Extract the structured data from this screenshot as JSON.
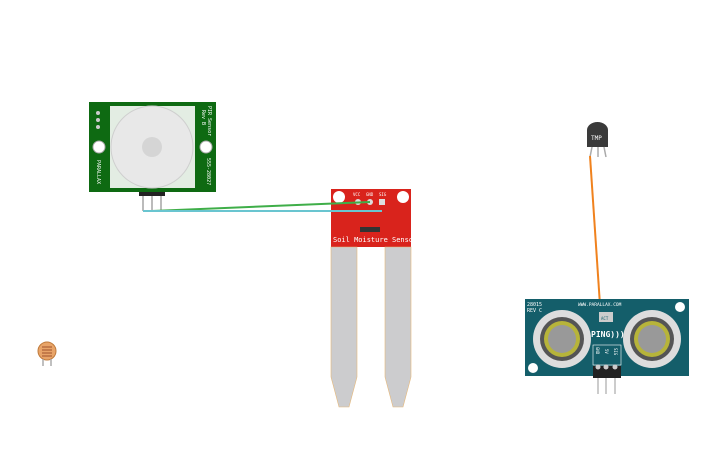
{
  "canvas": {
    "components": {
      "pir": {
        "brand": "PARALLAX",
        "title": "PIR Sensor",
        "rev": "Rev B",
        "part": "555-28027"
      },
      "soil": {
        "label": "Soil Moisture Sensor",
        "pins": [
          "VCC",
          "GND",
          "SIG"
        ]
      },
      "tmp": {
        "label": "TMP"
      },
      "ping": {
        "model": "28015",
        "rev": "REV C",
        "url": "WWW.PARALLAX.COM",
        "label": "PING)))",
        "act": "ACT",
        "pins": [
          "GND",
          "5V",
          "SIG"
        ]
      }
    },
    "wire_colors": {
      "green": "#3fae49",
      "cyan": "#69c5d0",
      "orange": "#f0821e"
    }
  }
}
